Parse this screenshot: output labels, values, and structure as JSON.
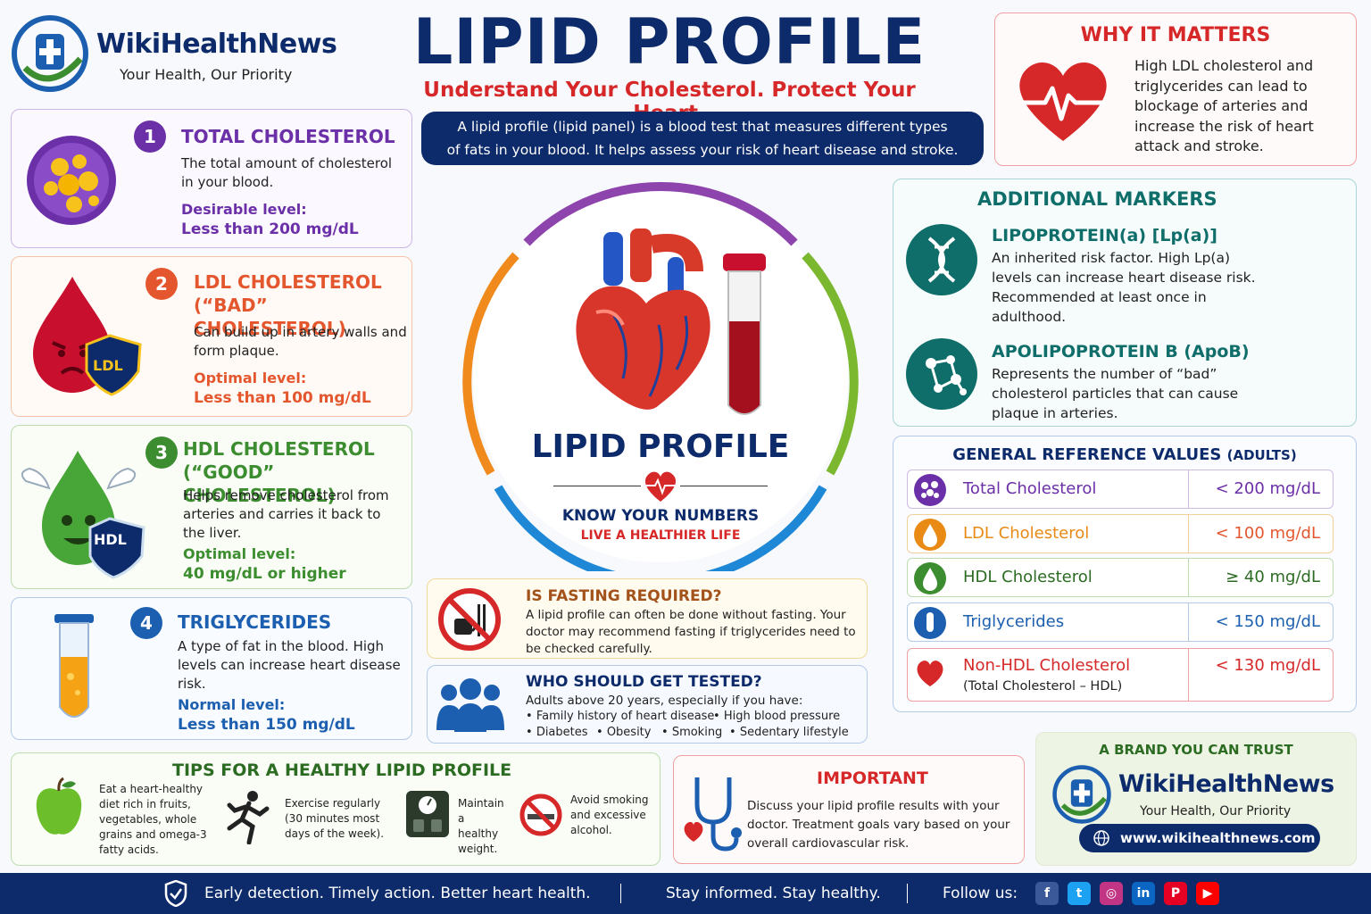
{
  "brand": {
    "name": "WikiHealthNews",
    "tagline": "Your Health, Our Priority",
    "trust_heading": "A BRAND YOU CAN TRUST",
    "url": "www.wikihealthnews.com"
  },
  "header": {
    "title": "LIPID PROFILE",
    "subtitle": "Understand Your Cholesterol. Protect Your Heart.",
    "intro": "A lipid profile (lipid panel) is a blood test that measures different types of fats in your blood. It helps assess your risk of heart disease and stroke.",
    "intro_line1": "A lipid profile (lipid panel) is a blood test that measures different types",
    "intro_line2": "of fats in your blood. It helps assess your risk of heart disease and stroke."
  },
  "cards": [
    {
      "num": "1",
      "title": "TOTAL CHOLESTEROL",
      "title2": "",
      "text": "The total amount of cholesterol in your blood.",
      "label": "Desirable level:",
      "value": "Less than 200 mg/dL",
      "color": "#6b2fa8"
    },
    {
      "num": "2",
      "title": "LDL CHOLESTEROL",
      "title2": "(“BAD” CHOLESTEROL)",
      "text": "Can build up in artery walls and form plaque.",
      "label": "Optimal level:",
      "value": "Less than 100 mg/dL",
      "color": "#e4572e",
      "badge": "LDL"
    },
    {
      "num": "3",
      "title": "HDL CHOLESTEROL",
      "title2": "(“GOOD” CHOLESTEROL)",
      "text": "Helps remove cholesterol from arteries and carries it back to the liver.",
      "label": "Optimal level:",
      "value": "40 mg/dL or higher",
      "color": "#3c8d2f",
      "badge": "HDL"
    },
    {
      "num": "4",
      "title": "TRIGLYCERIDES",
      "title2": "",
      "text": "A type of fat in the blood. High levels can increase heart disease risk.",
      "label": "Normal level:",
      "value": "Less than 150 mg/dL",
      "color": "#1c5fb0"
    }
  ],
  "center": {
    "title": "LIPID PROFILE",
    "line1": "KNOW YOUR NUMBERS",
    "line2": "LIVE A HEALTHIER LIFE"
  },
  "why": {
    "heading": "WHY IT MATTERS",
    "text": "High LDL cholesterol and triglycerides can lead to blockage of arteries and increase the risk of heart attack and stroke."
  },
  "markers": {
    "heading": "ADDITIONAL MARKERS",
    "items": [
      {
        "title": "LIPOPROTEIN(a) [Lp(a)]",
        "text": "An inherited risk factor. High Lp(a) levels can increase heart disease risk. Recommended at least once in adulthood."
      },
      {
        "title": "APOLIPOPROTEIN B (ApoB)",
        "text": "Represents the number of “bad” cholesterol particles that can cause plaque in arteries."
      }
    ]
  },
  "reference": {
    "heading": "GENERAL REFERENCE VALUES",
    "heading_suffix": "(ADULTS)",
    "rows": [
      {
        "name": "Total Cholesterol",
        "sub": "",
        "value": "< 200 mg/dL",
        "color": "#6b2fa8"
      },
      {
        "name": "LDL Cholesterol",
        "sub": "",
        "value": "< 100 mg/dL",
        "color": "#e98a15"
      },
      {
        "name": "HDL Cholesterol",
        "sub": "",
        "value": "≥ 40 mg/dL",
        "color": "#3c8d2f"
      },
      {
        "name": "Triglycerides",
        "sub": "",
        "value": "< 150 mg/dL",
        "color": "#1c5fb0"
      },
      {
        "name": "Non-HDL Cholesterol",
        "sub": "(Total Cholesterol – HDL)",
        "value": "< 130 mg/dL",
        "color": "#d62828"
      }
    ]
  },
  "fasting": {
    "heading": "IS FASTING REQUIRED?",
    "text": "A lipid profile can often be done without fasting. Your doctor may recommend fasting if triglycerides need to be checked carefully."
  },
  "who": {
    "heading": "WHO SHOULD GET TESTED?",
    "intro": "Adults above 20 years, especially if you have:",
    "items": [
      "Family history of heart disease",
      "High blood pressure",
      "Diabetes",
      "Obesity",
      "Smoking",
      "Sedentary lifestyle"
    ]
  },
  "tips": {
    "heading": "TIPS FOR A HEALTHY LIPID PROFILE",
    "items": [
      {
        "text": "Eat a heart-healthy diet rich in fruits, vegetables, whole grains and omega-3 fatty acids."
      },
      {
        "text": "Exercise regularly (30 minutes most days of the week)."
      },
      {
        "text": "Maintain a healthy weight."
      },
      {
        "text": "Avoid smoking and excessive alcohol."
      }
    ]
  },
  "important": {
    "heading": "IMPORTANT",
    "text": "Discuss your lipid profile results with your doctor. Treatment goals vary based on your overall cardiovascular risk."
  },
  "footer": {
    "text1": "Early detection. Timely action. Better heart health.",
    "text2": "Stay informed. Stay healthy.",
    "follow": "Follow us:",
    "social": [
      "facebook-icon",
      "twitter-icon",
      "instagram-icon",
      "linkedin-icon",
      "pinterest-icon",
      "youtube-icon"
    ]
  },
  "colors": {
    "navy": "#0d2b6b",
    "red": "#d62828",
    "teal": "#0f6e6a",
    "purple": "#6b2fa8",
    "orange": "#e4572e",
    "green": "#3c8d2f",
    "blue": "#1c5fb0"
  }
}
